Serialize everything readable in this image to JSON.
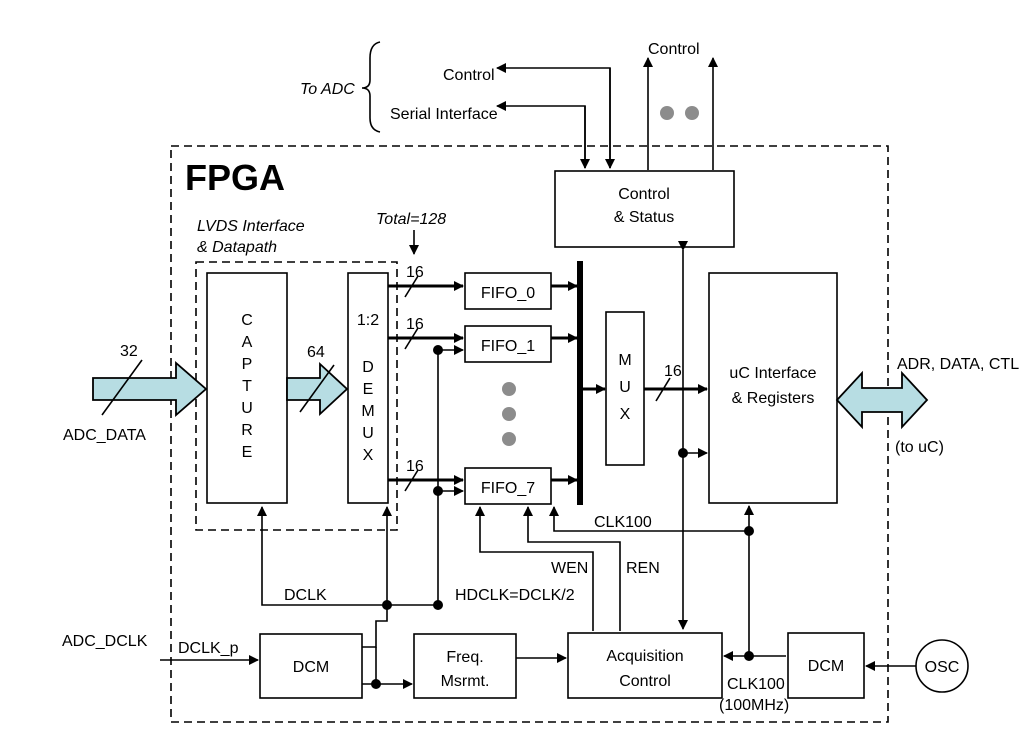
{
  "title": "FPGA",
  "to_adc": "To ADC",
  "adc_control": "Control",
  "serial_interface": "Serial Interface",
  "top_control": "Control",
  "control_status": [
    "Control",
    "& Status"
  ],
  "lvds": [
    "LVDS Interface",
    "& Datapath"
  ],
  "total": "Total=128",
  "capture_letters": [
    "C",
    "A",
    "P",
    "T",
    "U",
    "R",
    "E"
  ],
  "demux_ratio": "1:2",
  "demux_letters": [
    "D",
    "E",
    "M",
    "U",
    "X"
  ],
  "fifo": [
    "FIFO_0",
    "FIFO_1",
    "FIFO_7"
  ],
  "mux_letters": [
    "M",
    "U",
    "X"
  ],
  "uc_interface": [
    "uC Interface",
    "& Registers"
  ],
  "bus_widths": {
    "adc_in": "32",
    "capture_out": "64",
    "fifo0": "16",
    "fifo1": "16",
    "fifo7": "16",
    "mux_out": "16"
  },
  "adc_data": "ADC_DATA",
  "adr_data_ctl": "ADR, DATA, CTL",
  "to_uc": "(to uC)",
  "clk100_top": "CLK100",
  "wen": "WEN",
  "ren": "REN",
  "dclk": "DCLK",
  "hdclk": "HDCLK=DCLK/2",
  "adc_dclk": "ADC_DCLK",
  "dclk_p": "DCLK_p",
  "dcm_left": "DCM",
  "freq_msrmt": [
    "Freq.",
    "Msrmt."
  ],
  "acq_control": [
    "Acquisition",
    "Control"
  ],
  "clk100_bottom": [
    "CLK100",
    "(100MHz)"
  ],
  "dcm_right": "DCM",
  "osc": "OSC"
}
